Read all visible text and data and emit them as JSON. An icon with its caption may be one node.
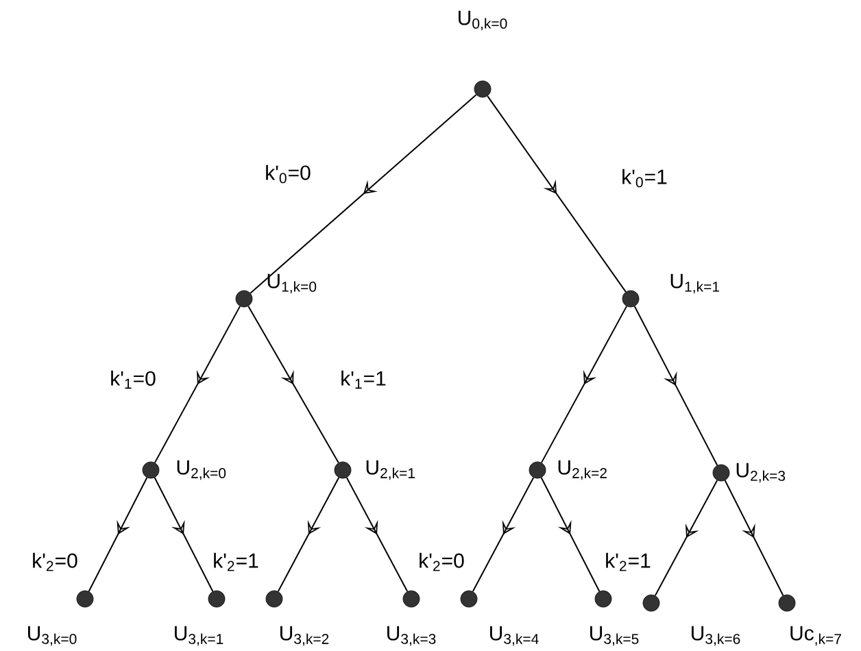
{
  "diagram": {
    "nodes": [
      {
        "text": [],
        "shape": "circle",
        "beside": [
          "U$_{0,k=0}$"
        ]
      },
      {
        "text": [],
        "shape": "circle",
        "beside": [
          "U$_{1,k=0}$"
        ]
      },
      {
        "text": [],
        "shape": "circle",
        "beside": [
          "U$_{1,k=1}$"
        ]
      },
      {
        "text": [],
        "shape": "circle",
        "beside": [
          "U$_{2,k=0}$"
        ]
      },
      {
        "text": [],
        "shape": "circle",
        "beside": [
          "U$_{2,k=1}$"
        ]
      },
      {
        "text": [],
        "shape": "circle",
        "beside": [
          "U$_{2,k=2}$"
        ]
      },
      {
        "text": [],
        "shape": "circle",
        "beside": [
          "U$_{2,k=3}$"
        ]
      },
      {
        "text": [],
        "shape": "circle",
        "beside": [
          "U$_{3,k=0}$"
        ]
      },
      {
        "text": [],
        "shape": "circle",
        "beside": [
          "U$_{3,k=1}$"
        ]
      },
      {
        "text": [],
        "shape": "circle",
        "beside": [
          "U$_{3,k=2}$"
        ]
      },
      {
        "text": [],
        "shape": "circle",
        "beside": [
          "U$_{3,k=3}$"
        ]
      },
      {
        "text": [],
        "shape": "circle",
        "beside": [
          "U$_{3,k=4}$"
        ]
      },
      {
        "text": [],
        "shape": "circle",
        "beside": [
          "U$_{3,k=5}$"
        ]
      },
      {
        "text": [],
        "shape": "circle",
        "beside": [
          "U$_{3,k=6}$"
        ]
      },
      {
        "text": [],
        "shape": "circle",
        "beside": [
          "Uc$_{,k=7}$"
        ]
      }
    ],
    "edges": [
      {
        "from": 0,
        "to": 1,
        "arrow": "to",
        "label": "k'$_{0}$=0"
      },
      {
        "from": 0,
        "to": 2,
        "arrow": "to",
        "label": "k'$_{0}$=1"
      },
      {
        "from": 1,
        "to": 3,
        "arrow": "to",
        "label": "k'$_{1}$=0"
      },
      {
        "from": 1,
        "to": 4,
        "arrow": "to",
        "label": "k'$_{1}$=1"
      },
      {
        "from": 2,
        "to": 5,
        "arrow": "to"
      },
      {
        "from": 2,
        "to": 6,
        "arrow": "to"
      },
      {
        "from": 3,
        "to": 7,
        "arrow": "to",
        "label": "k'$_{2}$=0"
      },
      {
        "from": 3,
        "to": 8,
        "arrow": "to",
        "label": "k'$_{2}$=1"
      },
      {
        "from": 4,
        "to": 9,
        "arrow": "to"
      },
      {
        "from": 4,
        "to": 10,
        "arrow": "to"
      },
      {
        "from": 5,
        "to": 11,
        "arrow": "to",
        "label": "k'$_{2}$=0"
      },
      {
        "from": 5,
        "to": 12,
        "arrow": "to",
        "label": "k'$_{2}$=1"
      },
      {
        "from": 6,
        "to": 13,
        "arrow": "to"
      },
      {
        "from": 6,
        "to": 14,
        "arrow": "to"
      }
    ]
  }
}
